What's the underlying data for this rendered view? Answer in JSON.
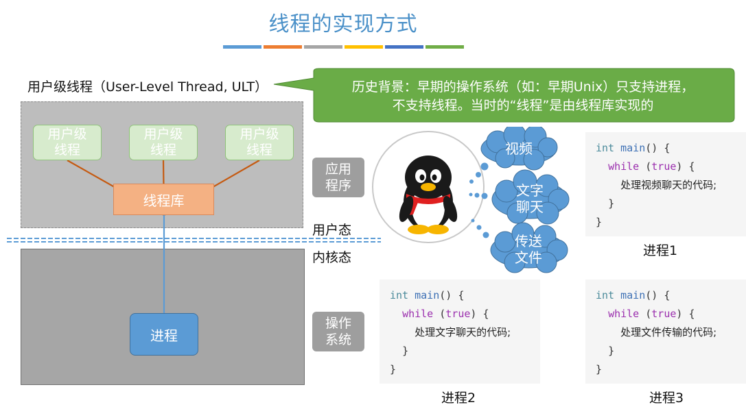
{
  "title": "线程的实现方式",
  "title_bar_colors": [
    "#5b9bd5",
    "#ed7d31",
    "#a5a5a5",
    "#ffc000",
    "#4472c4",
    "#70ad47"
  ],
  "ult_label": "用户级线程（User-Level Thread, ULT）",
  "callout": {
    "line1": "历史背景：早期的操作系统（如：早期Unix）只支持进程，",
    "line2": "不支持线程。当时的“线程”是由线程库实现的",
    "color": "#6aac47"
  },
  "ult_boxes": [
    {
      "line1": "用户级",
      "line2": "线程"
    },
    {
      "line1": "用户级",
      "line2": "线程"
    },
    {
      "line1": "用户级",
      "line2": "线程"
    }
  ],
  "thread_library": "线程库",
  "process": "进程",
  "side_labels": {
    "application": {
      "line1": "应用",
      "line2": "程序"
    },
    "os": {
      "line1": "操作",
      "line2": "系统"
    }
  },
  "mode_labels": {
    "user": "用户态",
    "kernel": "内核态"
  },
  "clouds": {
    "video": {
      "line1": "视频",
      "line2": ""
    },
    "chat": {
      "line1": "文字",
      "line2": "聊天"
    },
    "file": {
      "line1": "传送",
      "line2": "文件"
    }
  },
  "mascot_icon": "qq-penguin-icon",
  "code_panels": [
    {
      "id": "p1",
      "kw_int": "int",
      "fn": "main",
      "paren": "() {",
      "kw_while": "while",
      "cond_open": " (",
      "kw_true": "true",
      "cond_close": ") {",
      "body": "处理视频聊天的代码;",
      "close_inner": "}",
      "close_outer": "}",
      "label": "进程1"
    },
    {
      "id": "p2",
      "kw_int": "int",
      "fn": "main",
      "paren": "() {",
      "kw_while": "while",
      "cond_open": " (",
      "kw_true": "true",
      "cond_close": ") {",
      "body": "处理文字聊天的代码;",
      "close_inner": "}",
      "close_outer": "}",
      "label": "进程2"
    },
    {
      "id": "p3",
      "kw_int": "int",
      "fn": "main",
      "paren": "() {",
      "kw_while": "while",
      "cond_open": " (",
      "kw_true": "true",
      "cond_close": ") {",
      "body": "处理文件传输的代码;",
      "close_inner": "}",
      "close_outer": "}",
      "label": "进程3"
    }
  ]
}
